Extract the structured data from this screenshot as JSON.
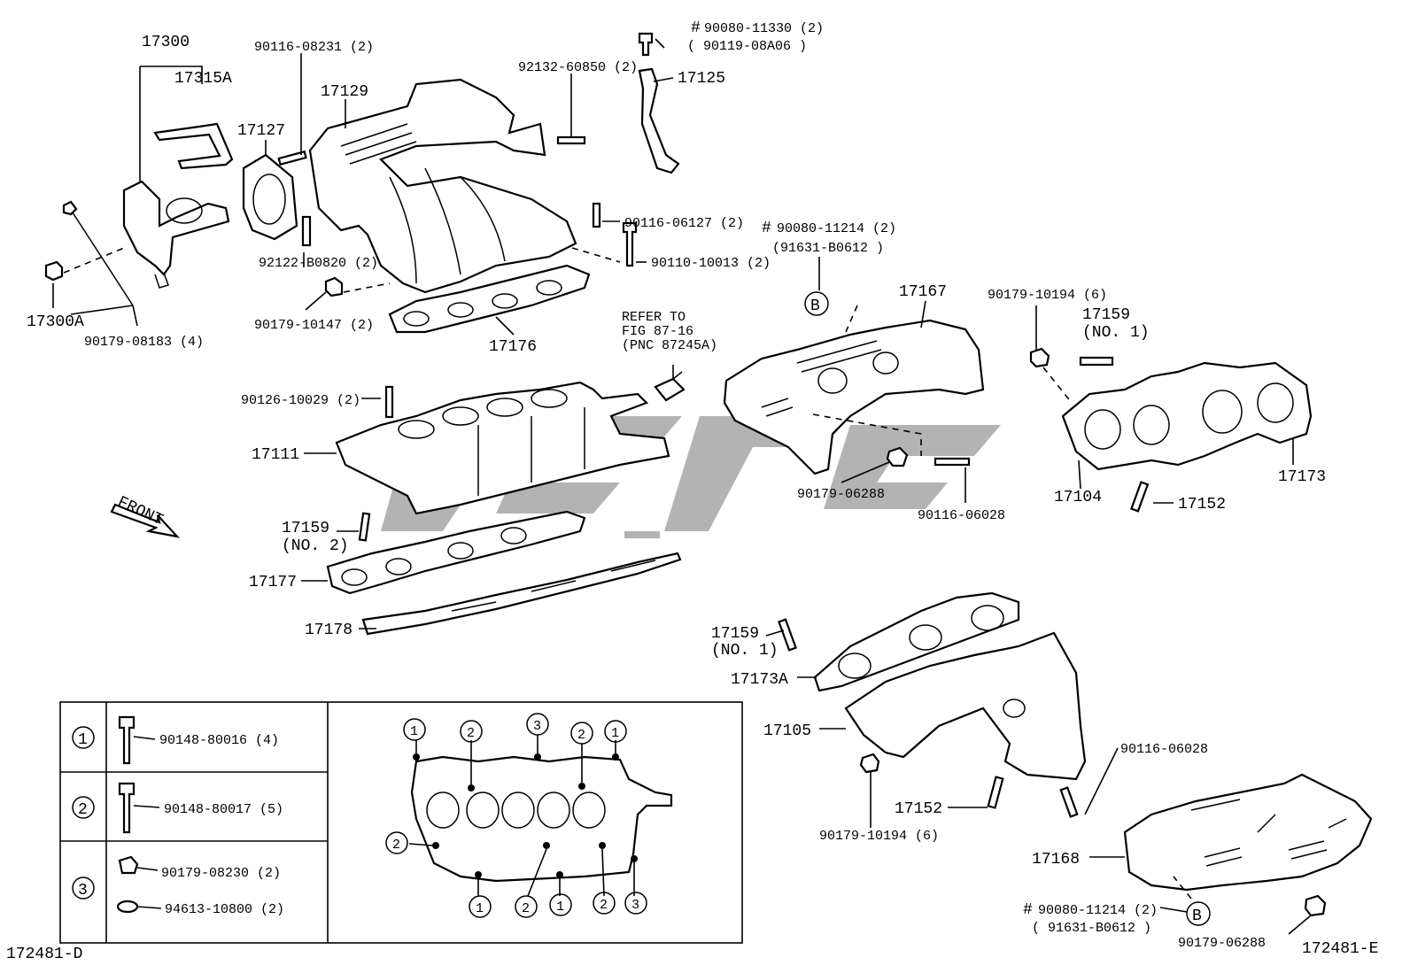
{
  "diagram": {
    "figure_ids": {
      "left": "172481-D",
      "right": "172481-E"
    },
    "front_label": "FRONT",
    "reference_note": [
      "REFER TO",
      "FIG 87-16",
      "(PNC 87245A)"
    ],
    "callouts": {
      "p17300": "17300",
      "p17315A": "17315A",
      "p17300A": "17300A",
      "p90179_08183": "90179-08183 (4)",
      "p17127": "17127",
      "p90116_08231": "90116-08231 (2)",
      "p17129": "17129",
      "p92132_60850": "92132-60850 (2)",
      "p90080_11330": "90080-11330 (2)",
      "p90119_08A06": "( 90119-08A06 )",
      "p17125": "17125",
      "p90116_06127": "90116-06127 (2)",
      "p90110_10013": "90110-10013 (2)",
      "p92122_B0820": "92122-B0820 (2)",
      "p90179_10147": "90179-10147 (2)",
      "p17176": "17176",
      "p90080_11214_top": "90080-11214 (2)",
      "p91631_B0612_top": "(91631-B0612 )",
      "p17167": "17167",
      "p90179_10194_top": "90179-10194 (6)",
      "p17159_no1_top": "17159",
      "p17159_no1_top_sub": "(NO. 1)",
      "p90126_10029": "90126-10029 (2)",
      "p17111": "17111",
      "p17159_no2": "17159",
      "p17159_no2_sub": "(NO. 2)",
      "p17177": "17177",
      "p17178": "17178",
      "p90179_06288_mid": "90179-06288",
      "p90116_06028_mid": "90116-06028",
      "p17104": "17104",
      "p17173": "17173",
      "p17152_top": "17152",
      "p17159_no1_bot": "17159",
      "p17159_no1_bot_sub": "(NO. 1)",
      "p17173A": "17173A",
      "p17105": "17105",
      "p90116_06028_bot": "90116-06028",
      "p17152_bot": "17152",
      "p90179_10194_bot": "90179-10194 (6)",
      "p17168": "17168",
      "p90080_11214_bot": "90080-11214 (2)",
      "p91631_B0612_bot": "( 91631-B0612 )",
      "p90179_06288_bot": "90179-06288"
    },
    "hash_mark": "#",
    "ref_B": "B",
    "bolt_legend": {
      "rows": [
        {
          "key": "1",
          "parts": [
            "90148-80016 (4)"
          ]
        },
        {
          "key": "2",
          "parts": [
            "90148-80017 (5)"
          ]
        },
        {
          "key": "3",
          "parts": [
            "90179-08230 (2)",
            "94613-10800 (2)"
          ]
        }
      ],
      "sequence_top": [
        "1",
        "2",
        "3",
        "2",
        "1"
      ],
      "sequence_left": "2",
      "sequence_bottom": [
        "1",
        "2",
        "1",
        "2",
        "3"
      ]
    }
  }
}
